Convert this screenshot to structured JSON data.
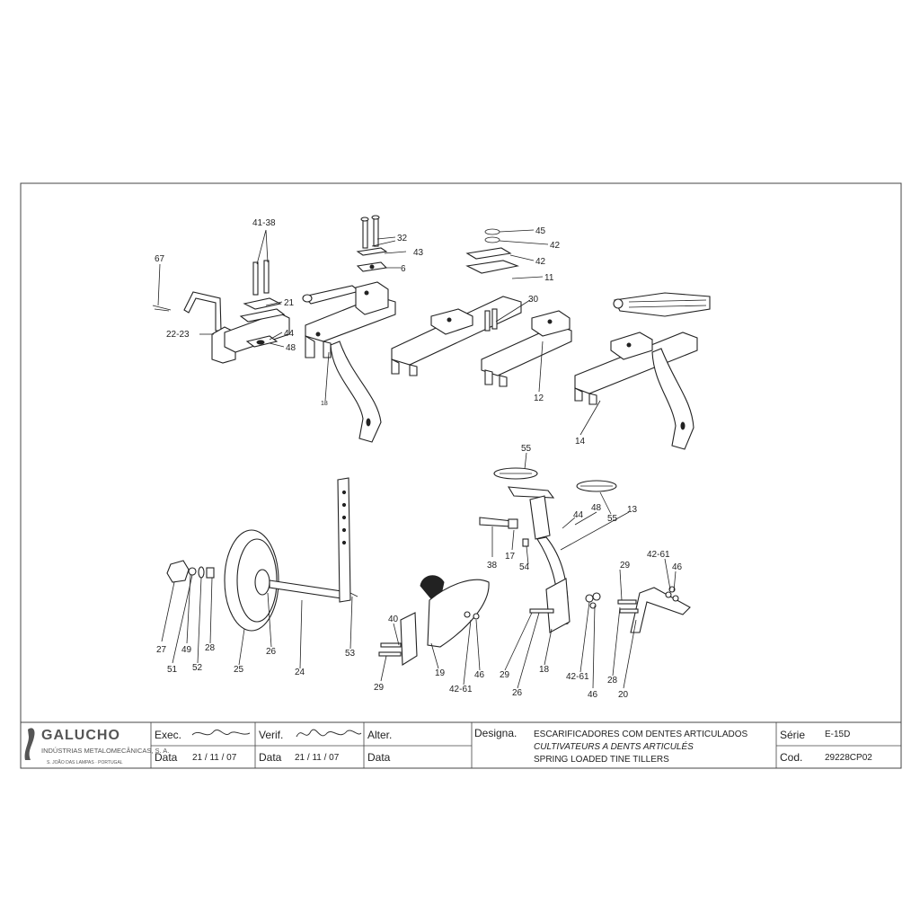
{
  "callouts": [
    {
      "id": "c-41-38",
      "text": "41-38"
    },
    {
      "id": "c-67",
      "text": "67"
    },
    {
      "id": "c-21",
      "text": "21"
    },
    {
      "id": "c-22-23",
      "text": "22-23"
    },
    {
      "id": "c-44a",
      "text": "44"
    },
    {
      "id": "c-48a",
      "text": "48"
    },
    {
      "id": "c-18a",
      "text": "18"
    },
    {
      "id": "c-32",
      "text": "32"
    },
    {
      "id": "c-43",
      "text": "43"
    },
    {
      "id": "c-6",
      "text": "6"
    },
    {
      "id": "c-45",
      "text": "45"
    },
    {
      "id": "c-42a",
      "text": "42"
    },
    {
      "id": "c-42b",
      "text": "42"
    },
    {
      "id": "c-11",
      "text": "11"
    },
    {
      "id": "c-30",
      "text": "30"
    },
    {
      "id": "c-12",
      "text": "12"
    },
    {
      "id": "c-14",
      "text": "14"
    },
    {
      "id": "c-55a",
      "text": "55"
    },
    {
      "id": "c-55b",
      "text": "55"
    },
    {
      "id": "c-48b",
      "text": "48"
    },
    {
      "id": "c-44b",
      "text": "44"
    },
    {
      "id": "c-13",
      "text": "13"
    },
    {
      "id": "c-38",
      "text": "38"
    },
    {
      "id": "c-17",
      "text": "17"
    },
    {
      "id": "c-54",
      "text": "54"
    },
    {
      "id": "c-29a",
      "text": "29"
    },
    {
      "id": "c-42-61a",
      "text": "42-61"
    },
    {
      "id": "c-46a",
      "text": "46"
    },
    {
      "id": "c-27",
      "text": "27"
    },
    {
      "id": "c-49",
      "text": "49"
    },
    {
      "id": "c-28a",
      "text": "28"
    },
    {
      "id": "c-51",
      "text": "51"
    },
    {
      "id": "c-52",
      "text": "52"
    },
    {
      "id": "c-25",
      "text": "25"
    },
    {
      "id": "c-26a",
      "text": "26"
    },
    {
      "id": "c-24",
      "text": "24"
    },
    {
      "id": "c-53",
      "text": "53"
    },
    {
      "id": "c-40",
      "text": "40"
    },
    {
      "id": "c-29b",
      "text": "29"
    },
    {
      "id": "c-19",
      "text": "19"
    },
    {
      "id": "c-42-61b",
      "text": "42-61"
    },
    {
      "id": "c-46b",
      "text": "46"
    },
    {
      "id": "c-29c",
      "text": "29"
    },
    {
      "id": "c-26b",
      "text": "26"
    },
    {
      "id": "c-18b",
      "text": "18"
    },
    {
      "id": "c-42-61c",
      "text": "42-61"
    },
    {
      "id": "c-46c",
      "text": "46"
    },
    {
      "id": "c-28b",
      "text": "28"
    },
    {
      "id": "c-20",
      "text": "20"
    }
  ],
  "title_block": {
    "company": "GALUCHO",
    "company_sub": "INDÚSTRIAS METALOMECÂNICAS, S. A.",
    "company_loc": "S. JOÃO DAS LAMPAS  ·  PORTUGAL",
    "exec_label": "Exec.",
    "verif_label": "Verif.",
    "alter_label": "Alter.",
    "data_label_1": "Data",
    "data_value_1": "21 / 11 / 07",
    "data_label_2": "Data",
    "data_value_2": "21 / 11 / 07",
    "data_label_3": "Data",
    "designa_label": "Designa.",
    "designation_pt": "ESCARIFICADORES COM DENTES ARTICULADOS",
    "designation_fr": "CULTIVATEURS A DENTS ARTICULÉS",
    "designation_en": "SPRING LOADED TINE TILLERS",
    "serie_label": "Série",
    "serie_value": "E-15D",
    "cod_label": "Cod.",
    "cod_value": "29228CP02"
  }
}
